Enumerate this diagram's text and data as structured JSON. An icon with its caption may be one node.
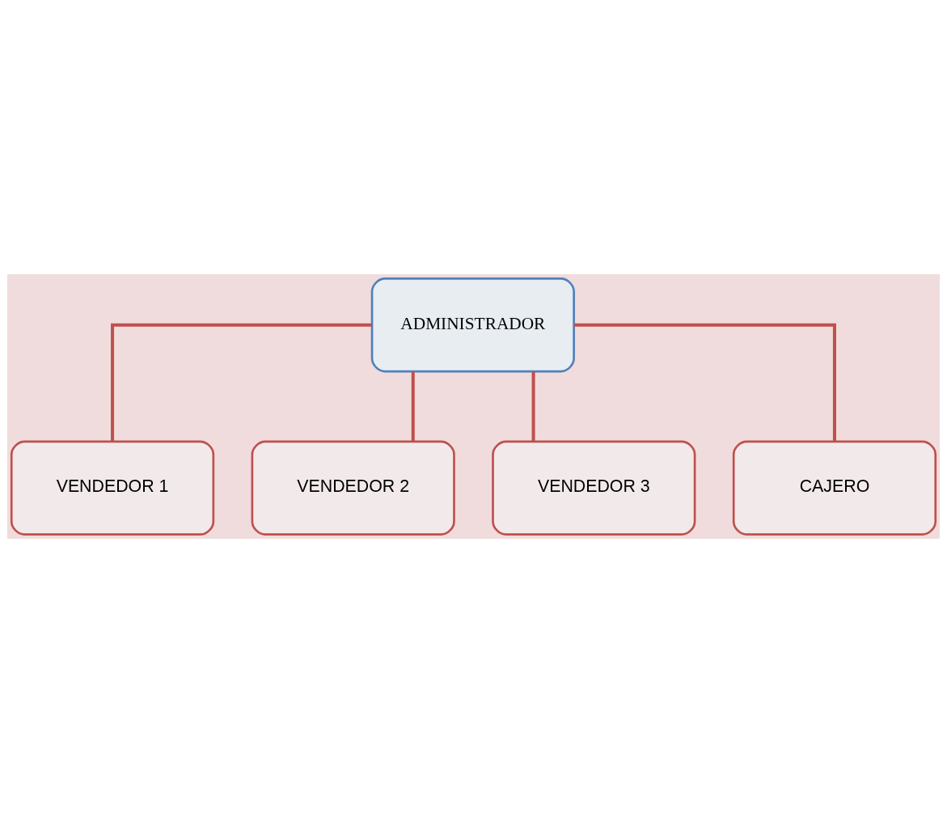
{
  "diagram": {
    "nodes": [
      {
        "text": [
          "ADMINISTRADOR"
        ]
      },
      {
        "text": [
          "VENDEDOR 1"
        ]
      },
      {
        "text": [
          "VENDEDOR 2"
        ]
      },
      {
        "text": [
          "VENDEDOR 3"
        ]
      },
      {
        "text": [
          "CAJERO"
        ]
      }
    ],
    "edges": [
      {
        "from": 0,
        "to": 1,
        "arrow": "none"
      },
      {
        "from": 0,
        "to": 2,
        "arrow": "none"
      },
      {
        "from": 0,
        "to": 3,
        "arrow": "none"
      },
      {
        "from": 0,
        "to": 4,
        "arrow": "none"
      }
    ]
  }
}
